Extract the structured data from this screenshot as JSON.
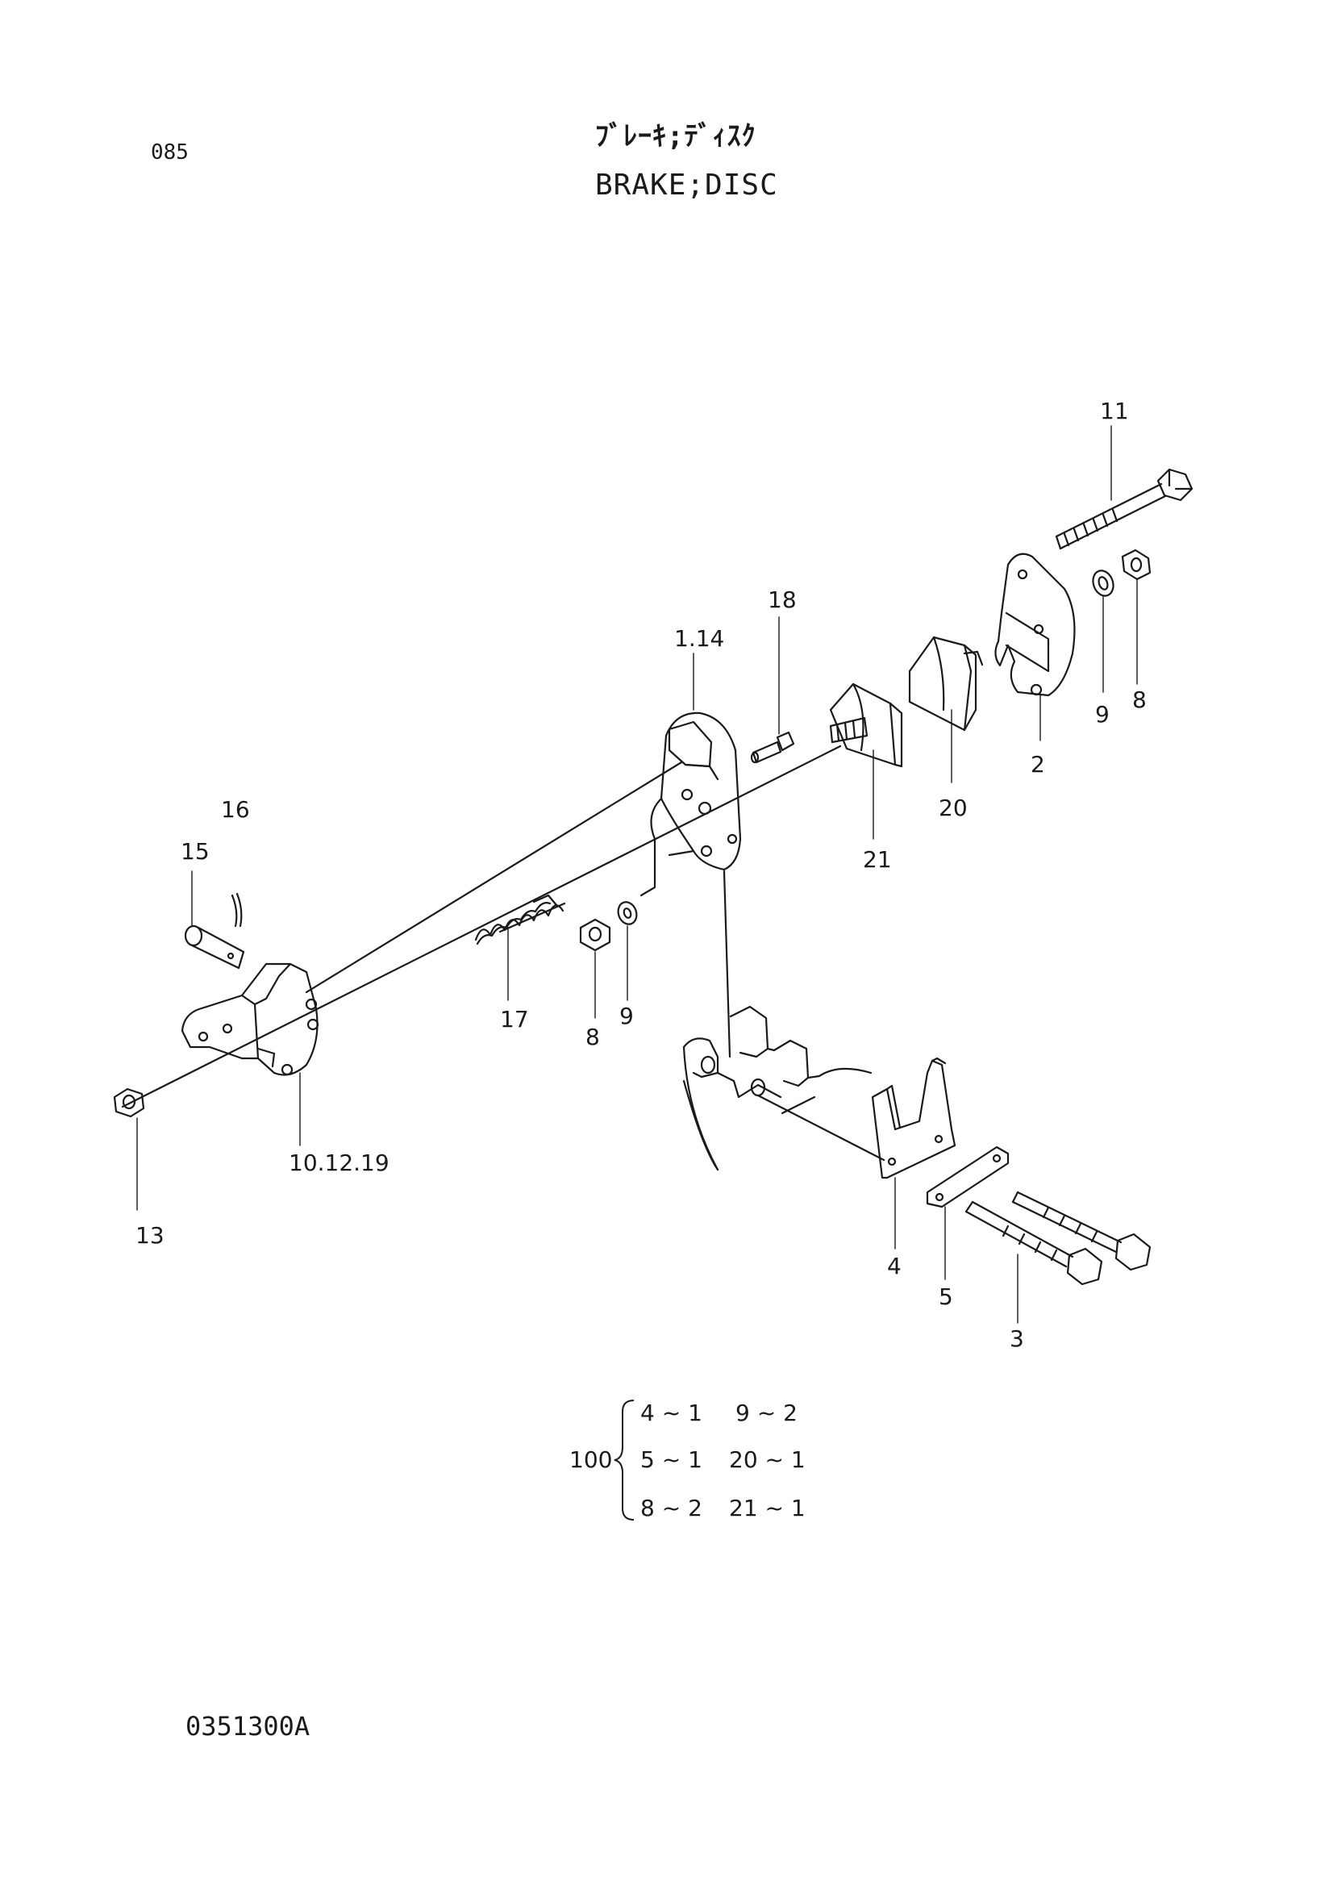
{
  "header": {
    "page_number": "085",
    "title_jp": "ﾌﾞﾚｰｷ;ﾃﾞｨｽｸ",
    "title_en": "BRAKE;DISC"
  },
  "callouts": {
    "c11": "11",
    "c18": "18",
    "c1_14": "1.14",
    "c16": "16",
    "c15": "15",
    "c9a": "9",
    "c8a": "8",
    "c2": "2",
    "c20": "20",
    "c21": "21",
    "c17": "17",
    "c8b": "8",
    "c9b": "9",
    "c10_12_19": "10.12.19",
    "c13": "13",
    "c4": "4",
    "c5": "5",
    "c3": "3"
  },
  "kit": {
    "number": "100",
    "rows": [
      {
        "left": "4 ~ 1",
        "right": "9 ~ 2"
      },
      {
        "left": "5 ~ 1",
        "right": "20 ~ 1"
      },
      {
        "left": "8 ~ 2",
        "right": "21 ~ 1"
      }
    ]
  },
  "footer": {
    "drawing_number": "0351300A"
  }
}
